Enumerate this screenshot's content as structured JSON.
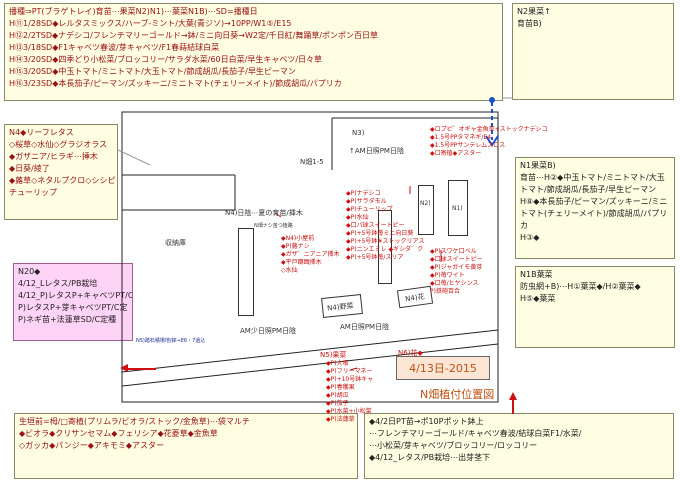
{
  "notes": {
    "top_main": [
      "播種⇒PT(ブラゲトレイ)育苗⋯果菜N2)N1)⋯葉菜N1B)⋯SD=播種日",
      "H⑪1/28SD◆レルタスミックス/ハーブ-ミント/大葉(青ジソ)→10PP/W1⑤/E15",
      "H⑫2/2TSD◆ナデシコ/フレンチマリーゴールド→鉢/ミニ向日葵→W2定/千日紅/舞踊草/ポンポン百日草",
      "H⑬3/18SD◆F1キャベツ春波/芽キャベツ/F1春蒔結球白菜",
      "H⑭3/20SD◆四季どり小松菜/ブロッコリー/サラダ水菜/60日白菜/早生キャベツ/日々草",
      "H⑮3/20SD◆中玉トマト/ミニトマト/大玉トマト/節成胡瓜/長茄子/早生ピーマン",
      "H⑯3/23SD◆本長茄子/ピーマン/ズッキーニ/ミニトマト(チェリーメイト)/節成胡瓜/パプリカ"
    ],
    "n2": [
      "N2果菜↑",
      "育苗B)"
    ],
    "n4": [
      "N4◆リーフレタス",
      "◇桜草◇水仙◇グラジオラス",
      "◆ガザニア/ヒラギ⋯挿木",
      "◆日葵/綾了",
      "◆蕗草◇ネタルプクロ◇シシピ",
      "チューリップ"
    ],
    "n1": [
      "N1果菜B)",
      "育苗⋯H②◆中玉トマト/ミニトマト/大玉トマト/節成胡瓜/長茄子/早生ピーマン",
      "H⑧◆本長茄子/ピーマン/ズッキーニ/ミニトマト(チェリーメイト)/節成胡瓜/パプリカ",
      "H③◆"
    ],
    "n20": [
      "N20◆",
      "4/12_Lレタス/PB栽培",
      "4/12_P)レタスP+キャベツPT/C定",
      "P)レタスP+芽キャベツPT/C定",
      "P)ネギ苗+法蓮草SD/C定種"
    ],
    "n1b": [
      "N1B葉菜",
      "防虫網+B)⋯H①葉菜◆/H②葉菜◆",
      "H⑤◆葉菜"
    ],
    "bottom_left": [
      "生垣前=栂/□寄植(プリムラ/ビオラ/ストック/金魚草)⋯袋マルチ",
      "◆ビオラ◆クリサンセマム◆フェリシア◆花菱草◆金魚草",
      "◇ガッカ◆パンジー◆アキモミ◆アスター"
    ],
    "bottom_right": [
      "◆4/2日PT苗→ポ10Pポット鉢上",
      "⋯フレンチマリーゴールド/キャベツ春波/結球白菜F1/水菜/",
      "⋯小松菜/芽キャベツ/ブロッコリー/ロッコリー",
      "◆4/12_レタス/PB栽培⋯出芽茎下"
    ]
  },
  "map": {
    "n3": "N3)",
    "n3_sun": "↑AM日照PM日陰",
    "n1_5": "N畑1-5",
    "n4_center": "N4)日陰⋯夏の育苗/挿木",
    "n4_sub": "N畑ナシ苗つ植路",
    "storage": "収納庫",
    "n2_box": "N2)",
    "n1_box": "N1)",
    "n4_veg": "N4)野菜",
    "n4_flower": "N4)花",
    "am_shade": "AM少日照PM日陰",
    "am_day": "AM日照PM日陰",
    "n5": "N5)果菜",
    "n6": "N6)花◆",
    "stepping": "N5)踏石積場地/鉢⇒E6・7還込"
  },
  "red_lists": {
    "list_a": [
      "◆ロプビ゛オギャ金魚草+ストックナデシコ",
      "◆1.5号PPタマネギ/E4",
      "◆1.5号PPサンテレムスロス",
      "◆口寄植◆アスター"
    ],
    "list_b": [
      "◆P)ナデシコ",
      "◆P)サラダモル",
      "◆P)チューリップ",
      "◆P)水仙",
      "◆口パ球スイートピー",
      "◆P)+5号鉢苺ミニ向日葵",
      "◆P)+5号鉢#ストックリアス",
      "◆P)ニンエミレ ◆ギシダ゛ク",
      "◆P)+5号鉢苺/スリア"
    ],
    "list_c": [
      "◆N4)小屋前",
      "◆P)蕗ナシ",
      "◆ガザ゛ニアニア挿木",
      "◆平戸躑躅挿木",
      "◇水仙"
    ],
    "list_d": [
      "◆P)スワケ口ベル",
      "◆口球スイートピー",
      "◆P)ジャガイモ黄芽",
      "◆P)苺ワイト",
      "◆口苺/ヒヤシンス",
      "P)鉄砲百合"
    ],
    "list_e": [
      "◆P)大根",
      "◆P)フリーマネー",
      "◆P)+10号鉢キャ",
      "◆P)春穫果",
      "◆P)胡瓜",
      "◆P)茄子",
      "◆P)水菜+小松菜",
      "◆P)法蓮草"
    ]
  },
  "date_box": "4/13日-2015",
  "title": "N畑植付位置図",
  "colors": {
    "accent_red": "#cc1010",
    "arrow_blue": "#1a50d0"
  }
}
